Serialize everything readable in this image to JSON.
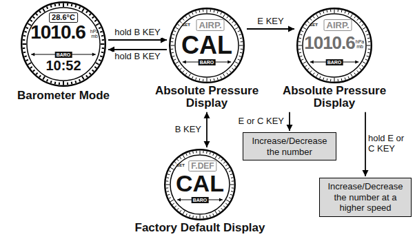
{
  "diagram": {
    "nodes": [
      {
        "text": [
          "28.6°C",
          "1010.6",
          "hPa mb",
          "BARO",
          "10:52",
          "Barometer Mode"
        ]
      },
      {
        "text": [
          "SET",
          "AIRP.",
          "CAL",
          "BARO",
          "Absolute Pressure Display"
        ]
      },
      {
        "text": [
          "SET",
          "AIRP.",
          "1010.6",
          "hPa mb",
          "BARO",
          "Absolute Pressure Display"
        ]
      },
      {
        "text": [
          "SET",
          "F.DEF",
          "CAL",
          "BARO",
          "Factory Default Display"
        ]
      },
      {
        "text": [
          "Increase/Decrease the number"
        ]
      },
      {
        "text": [
          "Increase/Decrease the number at a higher speed"
        ]
      }
    ],
    "edges": [
      {
        "from": 0,
        "to": 1,
        "label": "hold B KEY",
        "arrow": "to"
      },
      {
        "from": 1,
        "to": 0,
        "label": "hold B KEY",
        "arrow": "to"
      },
      {
        "from": 1,
        "to": 2,
        "label": "E KEY",
        "arrow": "to"
      },
      {
        "from": 1,
        "to": 3,
        "label": "B KEY",
        "arrow": "both"
      },
      {
        "from": 2,
        "to": 4,
        "label": "E or C KEY",
        "arrow": "to"
      },
      {
        "from": 2,
        "to": 5,
        "label": "hold E or C KEY",
        "arrow": "to"
      }
    ]
  }
}
